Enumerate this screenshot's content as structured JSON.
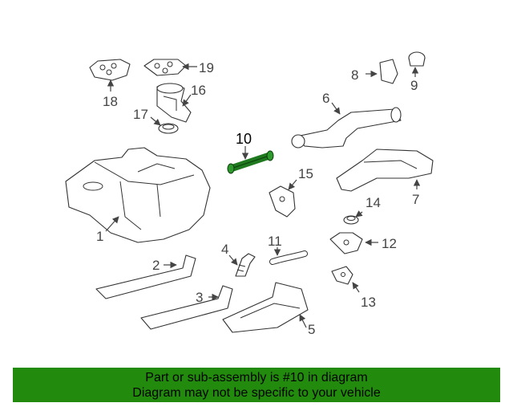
{
  "labels": {
    "p1": "1",
    "p2": "2",
    "p3": "3",
    "p4": "4",
    "p5": "5",
    "p6": "6",
    "p7": "7",
    "p8": "8",
    "p9": "9",
    "p10": "10",
    "p11": "11",
    "p12": "12",
    "p13": "13",
    "p14": "14",
    "p15": "15",
    "p16": "16",
    "p17": "17",
    "p18": "18",
    "p19": "19"
  },
  "highlight_color": "#1f7a1f",
  "banner": {
    "line1": "Part or sub-assembly is #10 in diagram",
    "line2": "Diagram may not be specific to your vehicle",
    "color": "#228b0d"
  }
}
